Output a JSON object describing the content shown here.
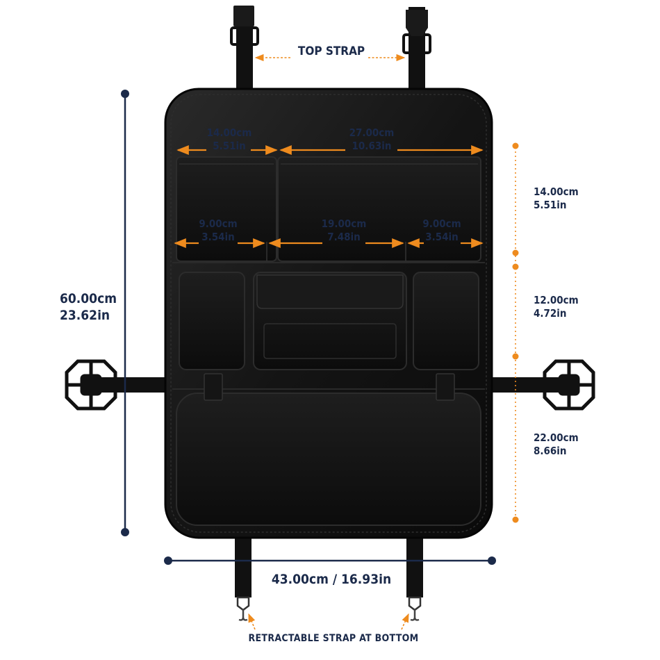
{
  "colors": {
    "accent": "#ee8b1e",
    "navy": "#1b2a4a",
    "product": "#111111"
  },
  "icons": [
    "seat-back-organizer-icon",
    "buckle-icon",
    "hook-icon",
    "headrest-clip-icon"
  ],
  "labels": {
    "top_strap": "TOP STRAP",
    "bottom_strap": "RETRACTABLE STRAP AT BOTTOM",
    "overall_height": {
      "cm": "60.00cm",
      "in": "23.62in"
    },
    "overall_width": "43.00cm / 16.93in",
    "top_left_pocket_width": {
      "cm": "14.00cm",
      "in": "5.51in"
    },
    "top_right_pocket_width": {
      "cm": "27.00cm",
      "in": "10.63in"
    },
    "cup_holder_left_width": {
      "cm": "9.00cm",
      "in": "3.54in"
    },
    "tissue_pocket_width": {
      "cm": "19.00cm",
      "in": "7.48in"
    },
    "cup_holder_right_width": {
      "cm": "9.00cm",
      "in": "3.54in"
    },
    "top_section_height": {
      "cm": "14.00cm",
      "in": "5.51in"
    },
    "middle_section_height": {
      "cm": "12.00cm",
      "in": "4.72in"
    },
    "bottom_section_height": {
      "cm": "22.00cm",
      "in": "8.66in"
    }
  }
}
